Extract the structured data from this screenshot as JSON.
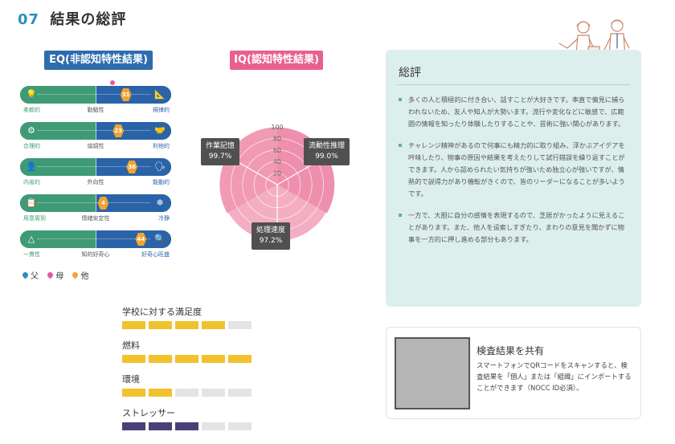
{
  "page": {
    "number": "07",
    "title": "結果の総評"
  },
  "eq": {
    "header": "EQ(非認知特性結果)",
    "rows": [
      {
        "left": "柔軟的",
        "mid": "勤勉性",
        "right": "規律的",
        "score": "31",
        "score_frac": 0.7,
        "marker_frac": 0.61,
        "icon_l": "💡",
        "icon_r": "📐"
      },
      {
        "left": "合理的",
        "mid": "協調性",
        "right": "利他的",
        "score": "23",
        "score_frac": 0.65,
        "icon_l": "⚙",
        "icon_r": "🤝"
      },
      {
        "left": "内省的",
        "mid": "外向性",
        "right": "能動的",
        "score": "36",
        "score_frac": 0.74,
        "icon_l": "👤",
        "icon_r": "🗣"
      },
      {
        "left": "用意周到",
        "mid": "情緒安定性",
        "right": "冷静",
        "score": "4",
        "score_frac": 0.55,
        "icon_l": "📋",
        "icon_r": "❄"
      },
      {
        "left": "一貫性",
        "mid": "知的好奇心",
        "right": "好奇心旺盛",
        "score": "44",
        "score_frac": 0.8,
        "icon_l": "△",
        "icon_r": "🔍"
      }
    ],
    "legend": [
      {
        "label": "父",
        "color": "#2d8fbf"
      },
      {
        "label": "母",
        "color": "#e05a9c"
      },
      {
        "label": "他",
        "color": "#f2a431"
      }
    ]
  },
  "iq": {
    "header": "IQ(認知特性結果)",
    "ticks": [
      "100",
      "80",
      "60",
      "40",
      "20"
    ],
    "items": [
      {
        "name": "作業記憶",
        "value": "99.7%",
        "pct": 99.7
      },
      {
        "name": "流動性推理",
        "value": "99.0%",
        "pct": 99.0
      },
      {
        "name": "処理速度",
        "value": "97.2%",
        "pct": 97.2
      }
    ]
  },
  "satisfaction": [
    {
      "label": "学校に対する満足度",
      "filled": 4,
      "total": 5,
      "color": "#f2c12e"
    },
    {
      "label": "燃料",
      "filled": 5,
      "total": 5,
      "color": "#f2c12e"
    },
    {
      "label": "環境",
      "filled": 2,
      "total": 5,
      "color": "#f2c12e"
    },
    {
      "label": "ストレッサー",
      "filled": 3,
      "total": 5,
      "color": "#4a3f7a"
    }
  ],
  "summary": {
    "title": "総評",
    "items": [
      "多くの人と積極的に付き合い、話すことが大好きです。率直で偏見に捕らわれないため、友人や知人が大勢います。流行や変化などに敏感で、広範囲の情報を知ったり体験したりすることや、芸術に強い関心があります。",
      "チャレンジ精神があるので何事にも精力的に取り組み、浮かぶアイデアを吟味したり、物事の原因や結果を考えたりして試行錯誤を繰り返すことができます。人から認められたい気持ちが強いため独立心が強いですが、情熱的で説得力があり機転がきくので、皆のリーダーになることが多いようです。",
      "一方で、大胆に自分の感情を表現するので、芝居がかったように見えることがあります。また、他人を设索しすぎたり、まわりの意見を聞かずに物事を一方的に押し進める部分もあります。"
    ]
  },
  "share": {
    "title": "検査結果を共有",
    "text": "スマートフォンでQRコードをスキャンすると、検査結果を「個人」または「組織」にインポートすることができます（NOCC ID必須）。"
  }
}
